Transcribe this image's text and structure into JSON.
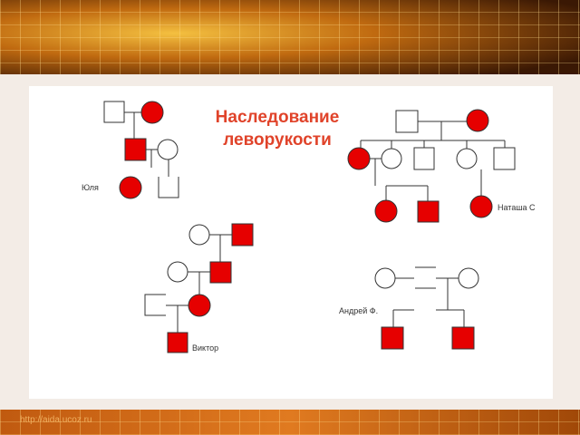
{
  "slide": {
    "title_line1": "Наследование",
    "title_line2": "леворукости"
  },
  "labels": {
    "yulya": "Юля",
    "natasha": "Наташа С",
    "viktor": "Виктор",
    "andrey": "Андрей Ф."
  },
  "footer": {
    "url": "http://aida.ucoz.ru"
  },
  "colors": {
    "affected": "#e60000",
    "title": "#e0432a"
  }
}
